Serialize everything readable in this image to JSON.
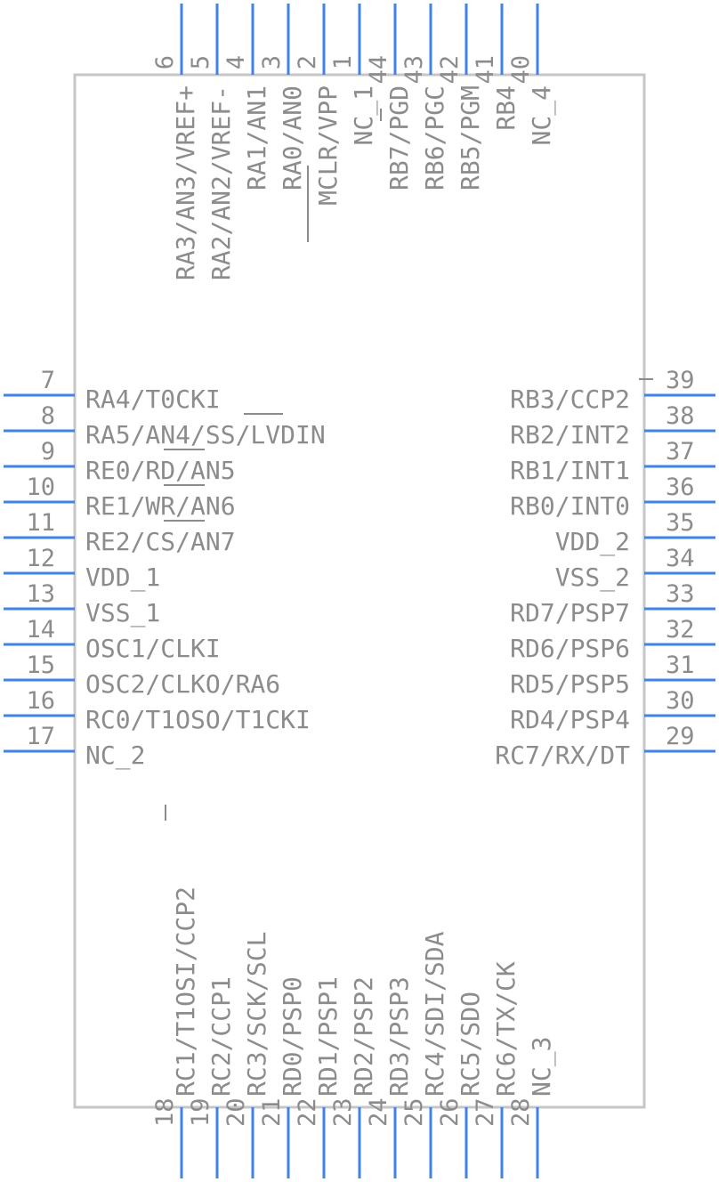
{
  "component": {
    "body_color": "#c6c6c6",
    "pin_color": "#3b86e6",
    "text_color": "#8c8c8c",
    "left_pins": [
      {
        "num": "7",
        "name": "RA4/T0CKI"
      },
      {
        "num": "8",
        "name": "RA5/AN4/SS/LVDIN"
      },
      {
        "num": "9",
        "name": "RE0/RD/AN5"
      },
      {
        "num": "10",
        "name": "RE1/WR/AN6"
      },
      {
        "num": "11",
        "name": "RE2/CS/AN7"
      },
      {
        "num": "12",
        "name": "VDD_1"
      },
      {
        "num": "13",
        "name": "VSS_1"
      },
      {
        "num": "14",
        "name": "OSC1/CLKI"
      },
      {
        "num": "15",
        "name": "OSC2/CLKO/RA6"
      },
      {
        "num": "16",
        "name": "RC0/T1OSO/T1CKI"
      },
      {
        "num": "17",
        "name": "NC_2"
      }
    ],
    "right_pins": [
      {
        "num": "39",
        "name": "RB3/CCP2"
      },
      {
        "num": "38",
        "name": "RB2/INT2"
      },
      {
        "num": "37",
        "name": "RB1/INT1"
      },
      {
        "num": "36",
        "name": "RB0/INT0"
      },
      {
        "num": "35",
        "name": "VDD_2"
      },
      {
        "num": "34",
        "name": "VSS_2"
      },
      {
        "num": "33",
        "name": "RD7/PSP7"
      },
      {
        "num": "32",
        "name": "RD6/PSP6"
      },
      {
        "num": "31",
        "name": "RD5/PSP5"
      },
      {
        "num": "30",
        "name": "RD4/PSP4"
      },
      {
        "num": "29",
        "name": "RC7/RX/DT"
      }
    ],
    "top_pins": [
      {
        "num": "6",
        "name": "RA3/AN3/VREF+"
      },
      {
        "num": "5",
        "name": "RA2/AN2/VREF-"
      },
      {
        "num": "4",
        "name": "RA1/AN1"
      },
      {
        "num": "3",
        "name": "RA0/AN0"
      },
      {
        "num": "2",
        "name": "MCLR/VPP"
      },
      {
        "num": "1",
        "name": "NC_1"
      },
      {
        "num": "44",
        "name": "RB7/PGD"
      },
      {
        "num": "43",
        "name": "RB6/PGC"
      },
      {
        "num": "42",
        "name": "RB5/PGM"
      },
      {
        "num": "41",
        "name": "RB4"
      },
      {
        "num": "40",
        "name": "NC_4"
      }
    ],
    "bottom_pins": [
      {
        "num": "18",
        "name": "RC1/T1OSI/CCP2"
      },
      {
        "num": "19",
        "name": "RC2/CCP1"
      },
      {
        "num": "20",
        "name": "RC3/SCK/SCL"
      },
      {
        "num": "21",
        "name": "RD0/PSP0"
      },
      {
        "num": "22",
        "name": "RD1/PSP1"
      },
      {
        "num": "23",
        "name": "RD2/PSP2"
      },
      {
        "num": "24",
        "name": "RD3/PSP3"
      },
      {
        "num": "25",
        "name": "RC4/SDI/SDA"
      },
      {
        "num": "26",
        "name": "RC5/SDO"
      },
      {
        "num": "27",
        "name": "RC6/TX/CK"
      },
      {
        "num": "28",
        "name": "NC_3"
      }
    ]
  }
}
